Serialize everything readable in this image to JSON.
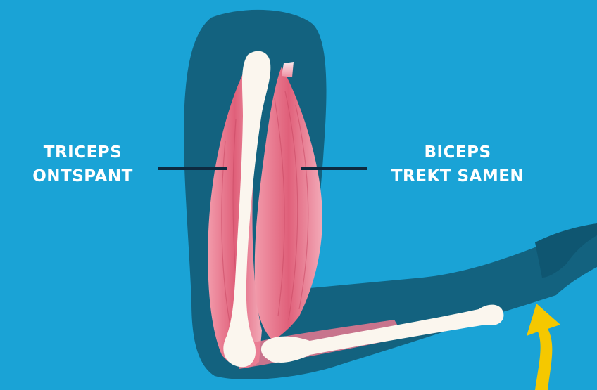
{
  "labels": {
    "triceps": {
      "line1": "TRICEPS",
      "line2": "ONTSPANT"
    },
    "biceps": {
      "line1": "BICEPS",
      "line2": "TREKT SAMEN"
    }
  },
  "colors": {
    "background": "#1aa3d6",
    "arm_silhouette": "#13627f",
    "muscle": "#e36f86",
    "bone": "#fbf6ee",
    "arrow": "#f5c800",
    "leader_line": "#0d2a40"
  }
}
